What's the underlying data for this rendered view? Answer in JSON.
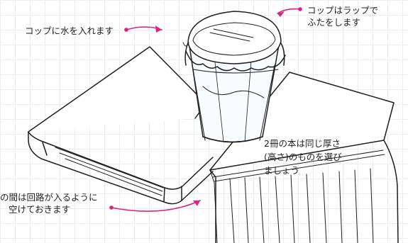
{
  "annotations": {
    "water": "コップに水を入れます",
    "wrap_line1": "コップはラップで",
    "wrap_line2": "ふたをします",
    "books_line1": "2冊の本は同じ厚さ",
    "books_line2": "(高さ)のものを選び",
    "books_line3": "ましょう",
    "gap_line1": "の間は回路が入るように",
    "gap_line2": "空けておきます"
  },
  "colors": {
    "arrow": "#e0207a",
    "line": "#1e1e1e",
    "grid": "#e6eef8"
  }
}
